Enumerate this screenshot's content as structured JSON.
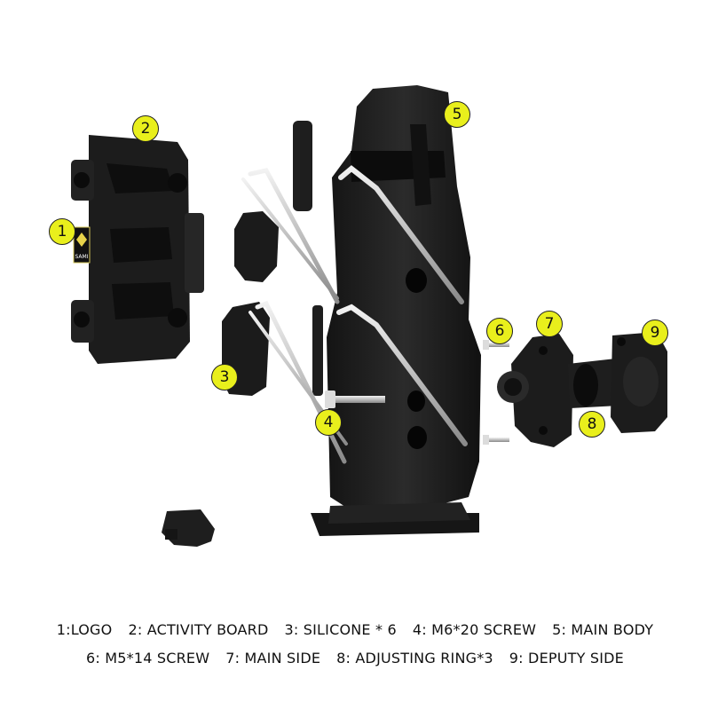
{
  "callouts": [
    "1",
    "2",
    "3",
    "4",
    "5",
    "6",
    "7",
    "8",
    "9"
  ],
  "legend": {
    "row1": [
      "1:LOGO",
      "2: ACTIVITY BOARD",
      "3: SILICONE * 6",
      "4: M6*20 SCREW",
      "5: MAIN BODY"
    ],
    "row2": [
      "6: M5*14 SCREW",
      "7: MAIN SIDE",
      "8: ADJUSTING RING*3",
      "9: DEPUTY SIDE"
    ]
  },
  "logo_text": "SAMI",
  "colors": {
    "badge": "#e9ef1c",
    "part": "#1d1d1d",
    "metal": "#c9c9c9"
  }
}
